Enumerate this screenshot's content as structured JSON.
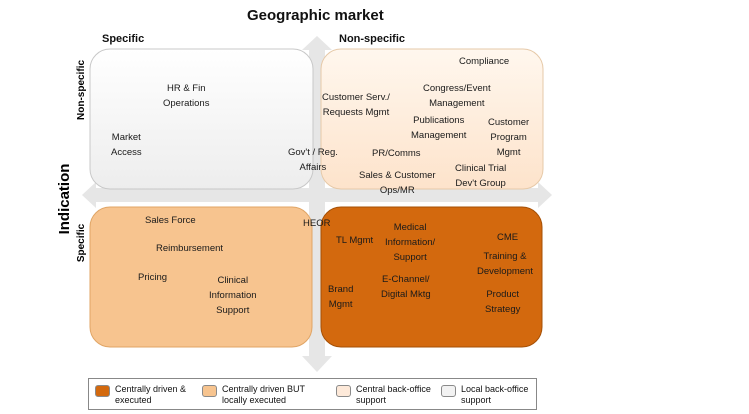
{
  "title": "Geographic market",
  "y_axis_title": "Indication",
  "column_headers": {
    "left": "Specific",
    "right": "Non-specific"
  },
  "row_headers": {
    "top": "Non-specific",
    "bottom": "Specific"
  },
  "quadrant_colors": {
    "local_back_office": "#f2f2f2",
    "central_back_office": "#fde9d9",
    "centrally_driven_locally_executed": "#f7c48f",
    "centrally_driven_executed": "#d3690e"
  },
  "items": {
    "hr_fin": "HR & Fin\nOperations",
    "market_access": "Market\nAccess",
    "govt_reg": "Gov't / Reg.\nAffairs",
    "customer_serv": "Customer Serv./\nRequests Mgmt",
    "compliance": "Compliance",
    "congress": "Congress/Event\nManagement",
    "publications": "Publications\nManagement",
    "customer_program": "Customer\nProgram\nMgmt",
    "pr_comms": "PR/Comms",
    "sales_customer_ops": "Sales & Customer\nOps/MR",
    "clinical_trial": "Clinical Trial\nDev't Group",
    "sales_force": "Sales Force",
    "reimbursement": "Reimbursement",
    "pricing": "Pricing",
    "clinical_info": "Clinical\nInformation\nSupport",
    "heor": "HEOR",
    "tl_mgmt": "TL Mgmt",
    "medical_info": "Medical\nInformation/\nSupport",
    "cme": "CME",
    "training": "Training &\nDevelopment",
    "brand_mgmt": "Brand\nMgmt",
    "echannel": "E-Channel/\nDigital Mktg",
    "product_strategy": "Product\nStrategy"
  },
  "legend": [
    {
      "label": "Centrally driven &\nexecuted",
      "color": "#d3690e"
    },
    {
      "label": "Centrally driven BUT\nlocally executed",
      "color": "#f7c48f"
    },
    {
      "label": "Central back-office\nsupport",
      "color": "#fde9d9"
    },
    {
      "label": "Local back-office\nsupport",
      "color": "#f2f2f2"
    }
  ]
}
